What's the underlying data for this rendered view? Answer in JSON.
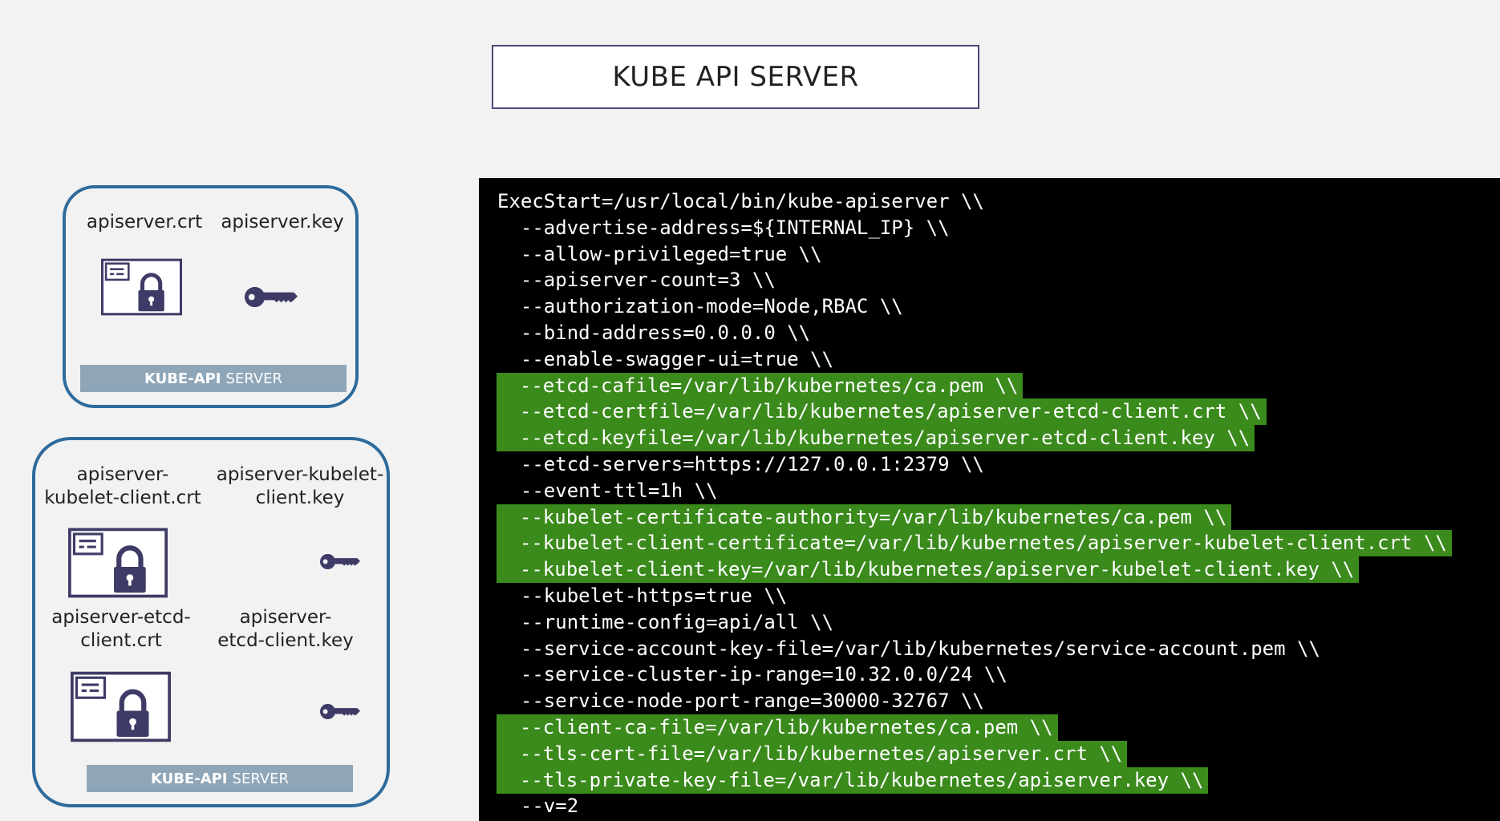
{
  "title": "KUBE API SERVER",
  "panel1": {
    "cert_label": "apiserver.crt",
    "key_label": "apiserver.key",
    "bar_bold": "KUBE-API",
    "bar_light": "SERVER"
  },
  "panel2": {
    "kubelet_cert_label_1": "apiserver-",
    "kubelet_cert_label_2": "kubelet-client.crt",
    "kubelet_key_label_1": "apiserver-kubelet-",
    "kubelet_key_label_2": "client.key",
    "etcd_cert_label_1": "apiserver-etcd-",
    "etcd_cert_label_2": "client.crt",
    "etcd_key_label_1": "apiserver-",
    "etcd_key_label_2": "etcd-client.key",
    "bar_bold": "KUBE-API",
    "bar_light": "SERVER"
  },
  "code": {
    "lines": [
      {
        "text": "ExecStart=/usr/local/bin/kube-apiserver \\\\",
        "highlight": false
      },
      {
        "text": "  --advertise-address=${INTERNAL_IP} \\\\",
        "highlight": false
      },
      {
        "text": "  --allow-privileged=true \\\\",
        "highlight": false
      },
      {
        "text": "  --apiserver-count=3 \\\\",
        "highlight": false
      },
      {
        "text": "  --authorization-mode=Node,RBAC \\\\",
        "highlight": false
      },
      {
        "text": "  --bind-address=0.0.0.0 \\\\",
        "highlight": false
      },
      {
        "text": "  --enable-swagger-ui=true \\\\",
        "highlight": false
      },
      {
        "text": "  --etcd-cafile=/var/lib/kubernetes/ca.pem \\\\",
        "highlight": true
      },
      {
        "text": "  --etcd-certfile=/var/lib/kubernetes/apiserver-etcd-client.crt \\\\",
        "highlight": true
      },
      {
        "text": "  --etcd-keyfile=/var/lib/kubernetes/apiserver-etcd-client.key \\\\",
        "highlight": true
      },
      {
        "text": "  --etcd-servers=https://127.0.0.1:2379 \\\\",
        "highlight": false
      },
      {
        "text": "  --event-ttl=1h \\\\",
        "highlight": false
      },
      {
        "text": "  --kubelet-certificate-authority=/var/lib/kubernetes/ca.pem \\\\",
        "highlight": true
      },
      {
        "text": "  --kubelet-client-certificate=/var/lib/kubernetes/apiserver-kubelet-client.crt \\\\",
        "highlight": true
      },
      {
        "text": "  --kubelet-client-key=/var/lib/kubernetes/apiserver-kubelet-client.key \\\\",
        "highlight": true
      },
      {
        "text": "  --kubelet-https=true \\\\",
        "highlight": false
      },
      {
        "text": "  --runtime-config=api/all \\\\",
        "highlight": false
      },
      {
        "text": "  --service-account-key-file=/var/lib/kubernetes/service-account.pem \\\\",
        "highlight": false
      },
      {
        "text": "  --service-cluster-ip-range=10.32.0.0/24 \\\\",
        "highlight": false
      },
      {
        "text": "  --service-node-port-range=30000-32767 \\\\",
        "highlight": false
      },
      {
        "text": "  --client-ca-file=/var/lib/kubernetes/ca.pem \\\\",
        "highlight": true
      },
      {
        "text": "  --tls-cert-file=/var/lib/kubernetes/apiserver.crt \\\\",
        "highlight": true
      },
      {
        "text": "  --tls-private-key-file=/var/lib/kubernetes/apiserver.key \\\\",
        "highlight": true
      },
      {
        "text": "  --v=2",
        "highlight": false
      }
    ]
  },
  "colors": {
    "panel_border": "#2e6b9c",
    "highlight": "#3a8a1c",
    "icon": "#3e3b66",
    "bar": "#8fa6b8"
  }
}
